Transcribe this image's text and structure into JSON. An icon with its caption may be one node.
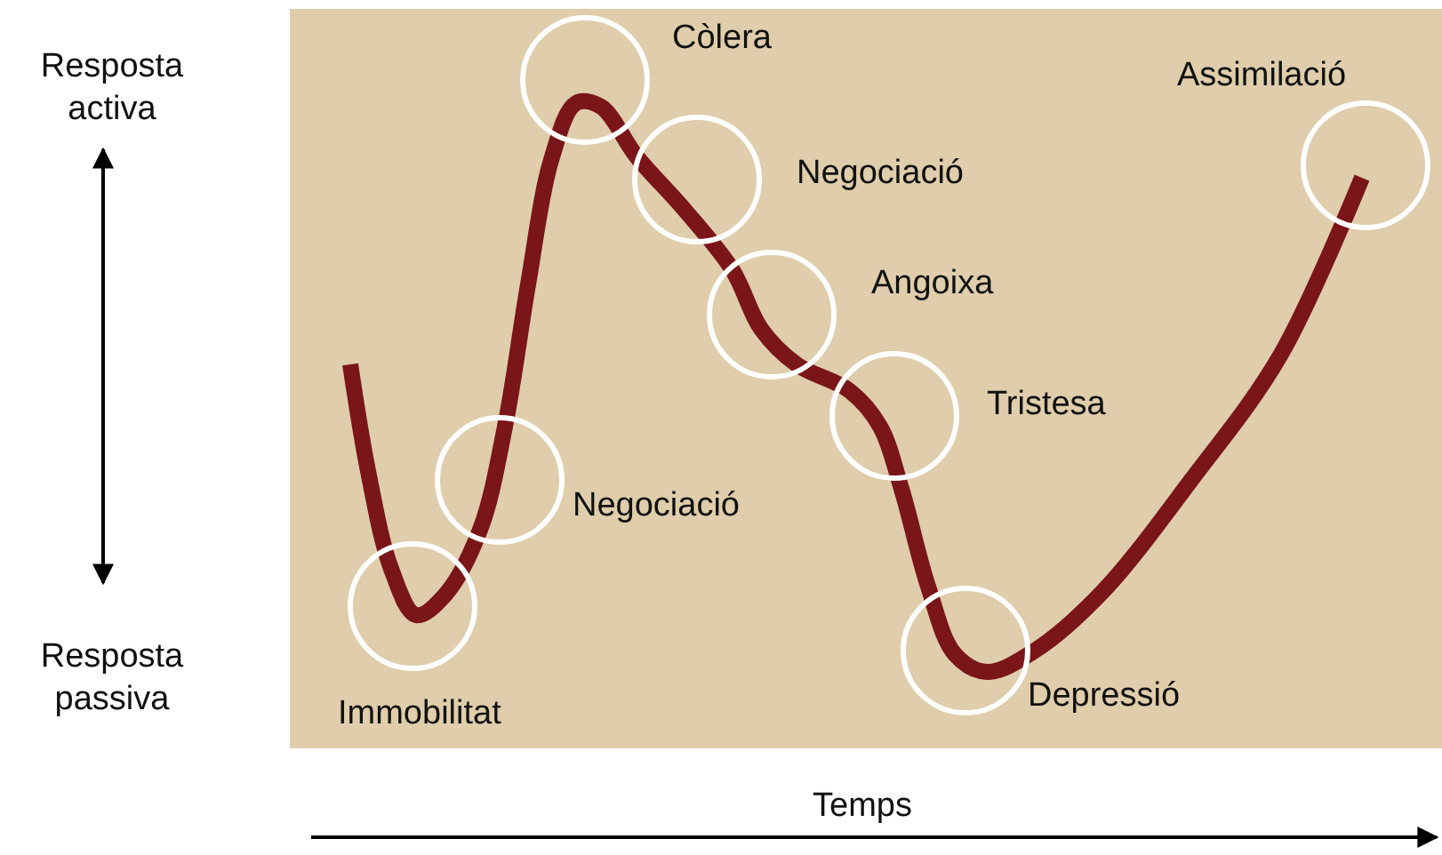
{
  "diagram": {
    "nodes": [
      {
        "text": [],
        "shape": "circle",
        "beside": [
          "Immobilitat"
        ]
      },
      {
        "text": [],
        "shape": "circle",
        "beside": [
          "Negociació"
        ]
      },
      {
        "text": [],
        "shape": "circle",
        "beside": [
          "Còlera"
        ]
      },
      {
        "text": [],
        "shape": "circle",
        "beside": [
          "Negociació"
        ]
      },
      {
        "text": [],
        "shape": "circle",
        "beside": [
          "Angoixa"
        ]
      },
      {
        "text": [],
        "shape": "circle",
        "beside": [
          "Tristesa"
        ]
      },
      {
        "text": [],
        "shape": "circle",
        "beside": [
          "Depressió"
        ]
      },
      {
        "text": [],
        "shape": "circle",
        "beside": [
          "Assimilació"
        ]
      }
    ],
    "edges": [],
    "labels": [
      "Resposta activa",
      "Resposta passiva",
      "Temps"
    ]
  }
}
